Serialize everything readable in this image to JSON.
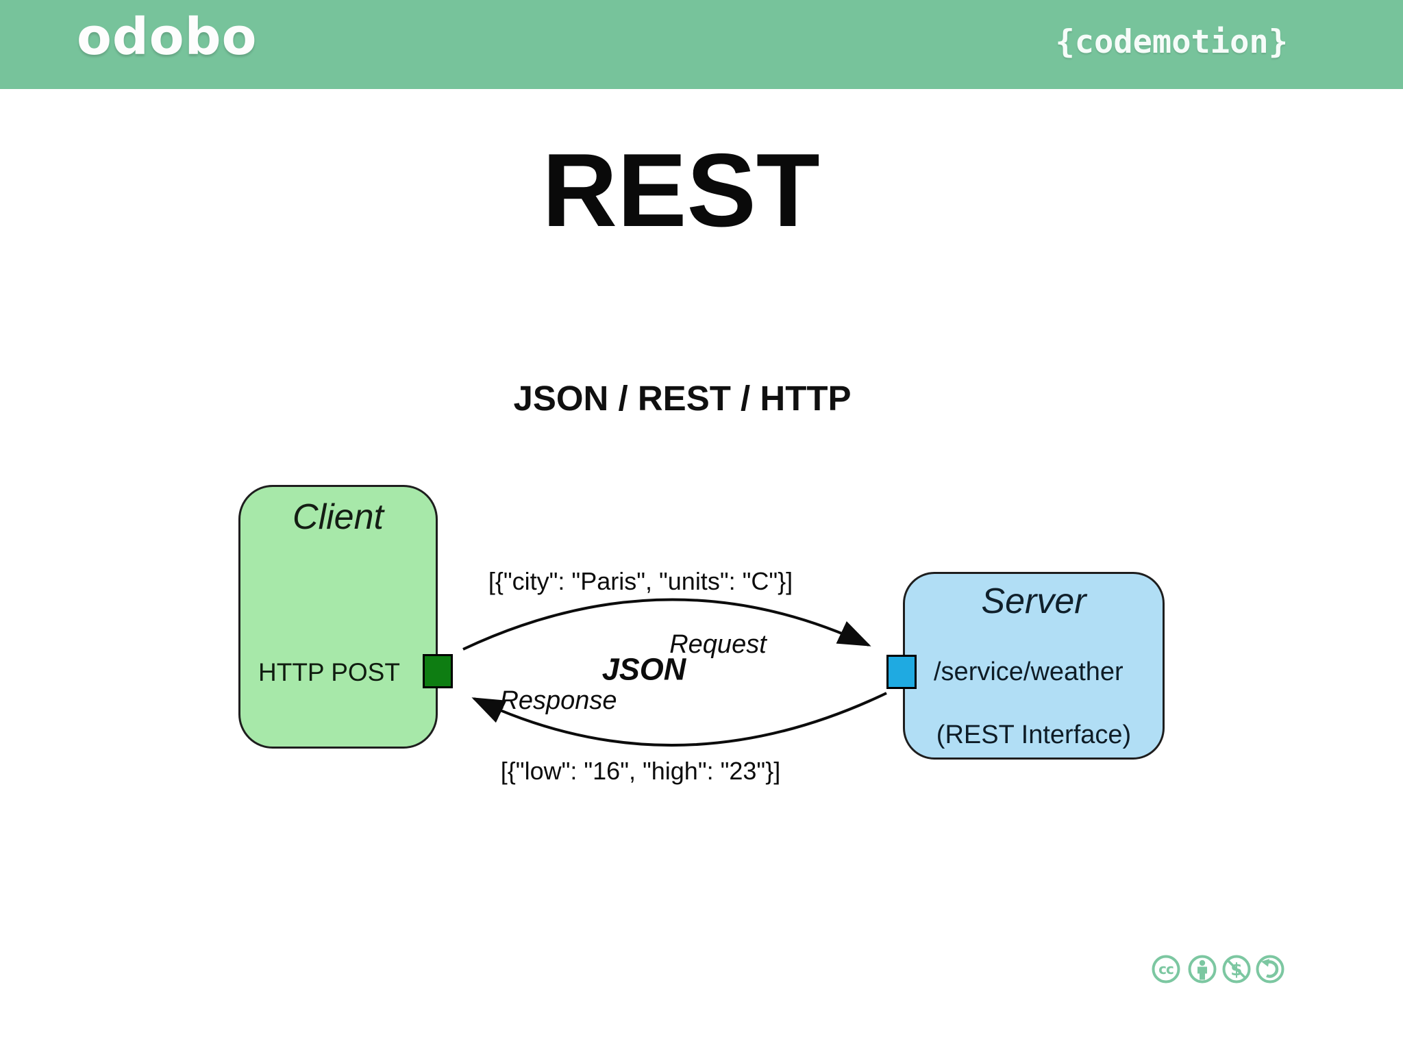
{
  "header": {
    "background_color": "#77c39b",
    "odobo_logo_text": "odobo",
    "codemotion_logo_text": "{codemotion}"
  },
  "slide": {
    "title": "REST",
    "diagram_heading": "JSON / REST / HTTP"
  },
  "diagram": {
    "client": {
      "title": "Client",
      "label": "HTTP POST",
      "fill_color": "#a7e8a9",
      "port_color": "#0e7d12"
    },
    "server": {
      "title": "Server",
      "endpoint": "/service/weather",
      "interface_label": "(REST Interface)",
      "fill_color": "#b1def5",
      "port_color": "#1faae1"
    },
    "request": {
      "payload": "[{\"city\": \"Paris\", \"units\": \"C\"}]",
      "label": "Request"
    },
    "response": {
      "payload": "[{\"low\": \"16\", \"high\": \"23\"}]",
      "label": "Response"
    },
    "center_label": "JSON",
    "arrow_color": "#0c0c0c"
  },
  "footer": {
    "license_icons": [
      {
        "name": "cc-icon",
        "glyph": "cc"
      },
      {
        "name": "by-icon",
        "glyph": "person"
      },
      {
        "name": "nc-icon",
        "glyph": "$"
      },
      {
        "name": "sa-icon",
        "glyph": "circular-arrow"
      }
    ],
    "icon_color": "#7cc7a1"
  }
}
